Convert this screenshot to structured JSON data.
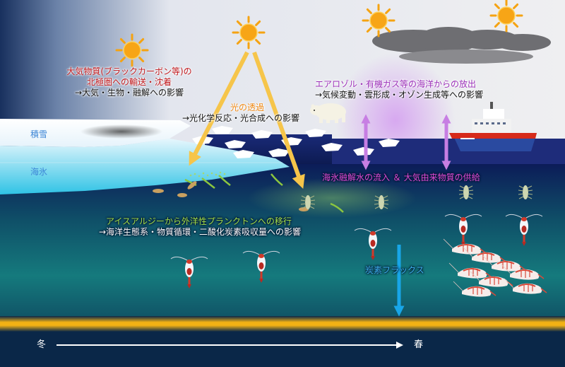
{
  "labels": {
    "aerosol_deposition": {
      "line1": "大気物質(ブラックカーボン等)の",
      "line2": "北極圏への輸送・沈着",
      "line3": "→大気・生物・融解への影響"
    },
    "light_penetration": {
      "line1": "光の透過",
      "line2": "→光化学反応・光合成への影響"
    },
    "ocean_emission": {
      "line1": "エアロゾル・有機ガス等の海洋からの放出",
      "line2": "→気候変動・雲形成・オゾン生成等への影響"
    },
    "snow": "積雪",
    "sea_ice": "海氷",
    "meltwater_supply": "海氷融解水の流入 ＆ 大気由来物質の供給",
    "algae_transition": {
      "line1": "アイスアルジーから外洋性プランクトンへの移行",
      "line2": "→海洋生態系・物質循環・二酸化炭素吸収量への影響"
    },
    "carbon_flux": "炭素フラックス",
    "season_start": "冬",
    "season_end": "春"
  },
  "colors": {
    "red_text": "#c0181c",
    "orange_text": "#ef8a17",
    "purple_text": "#9b2fb8",
    "green_text": "#5c8f10",
    "blue_text": "#3d86d6",
    "magenta_text": "#e04bd6",
    "light_blue_text": "#3db4f0",
    "sun": "#f5a312",
    "light_arrow": "#f6c54a",
    "exchange_arrow": "#c77ee3",
    "carbon_arrow": "#18a6e8",
    "sediment": "#f2b214"
  },
  "icons": [
    "sun-icon",
    "cloud-icon",
    "polar-bear-icon",
    "icebreaker-ship-icon",
    "krill-icon",
    "copepod-icon",
    "ice-algae-icon",
    "diatom-icon"
  ]
}
